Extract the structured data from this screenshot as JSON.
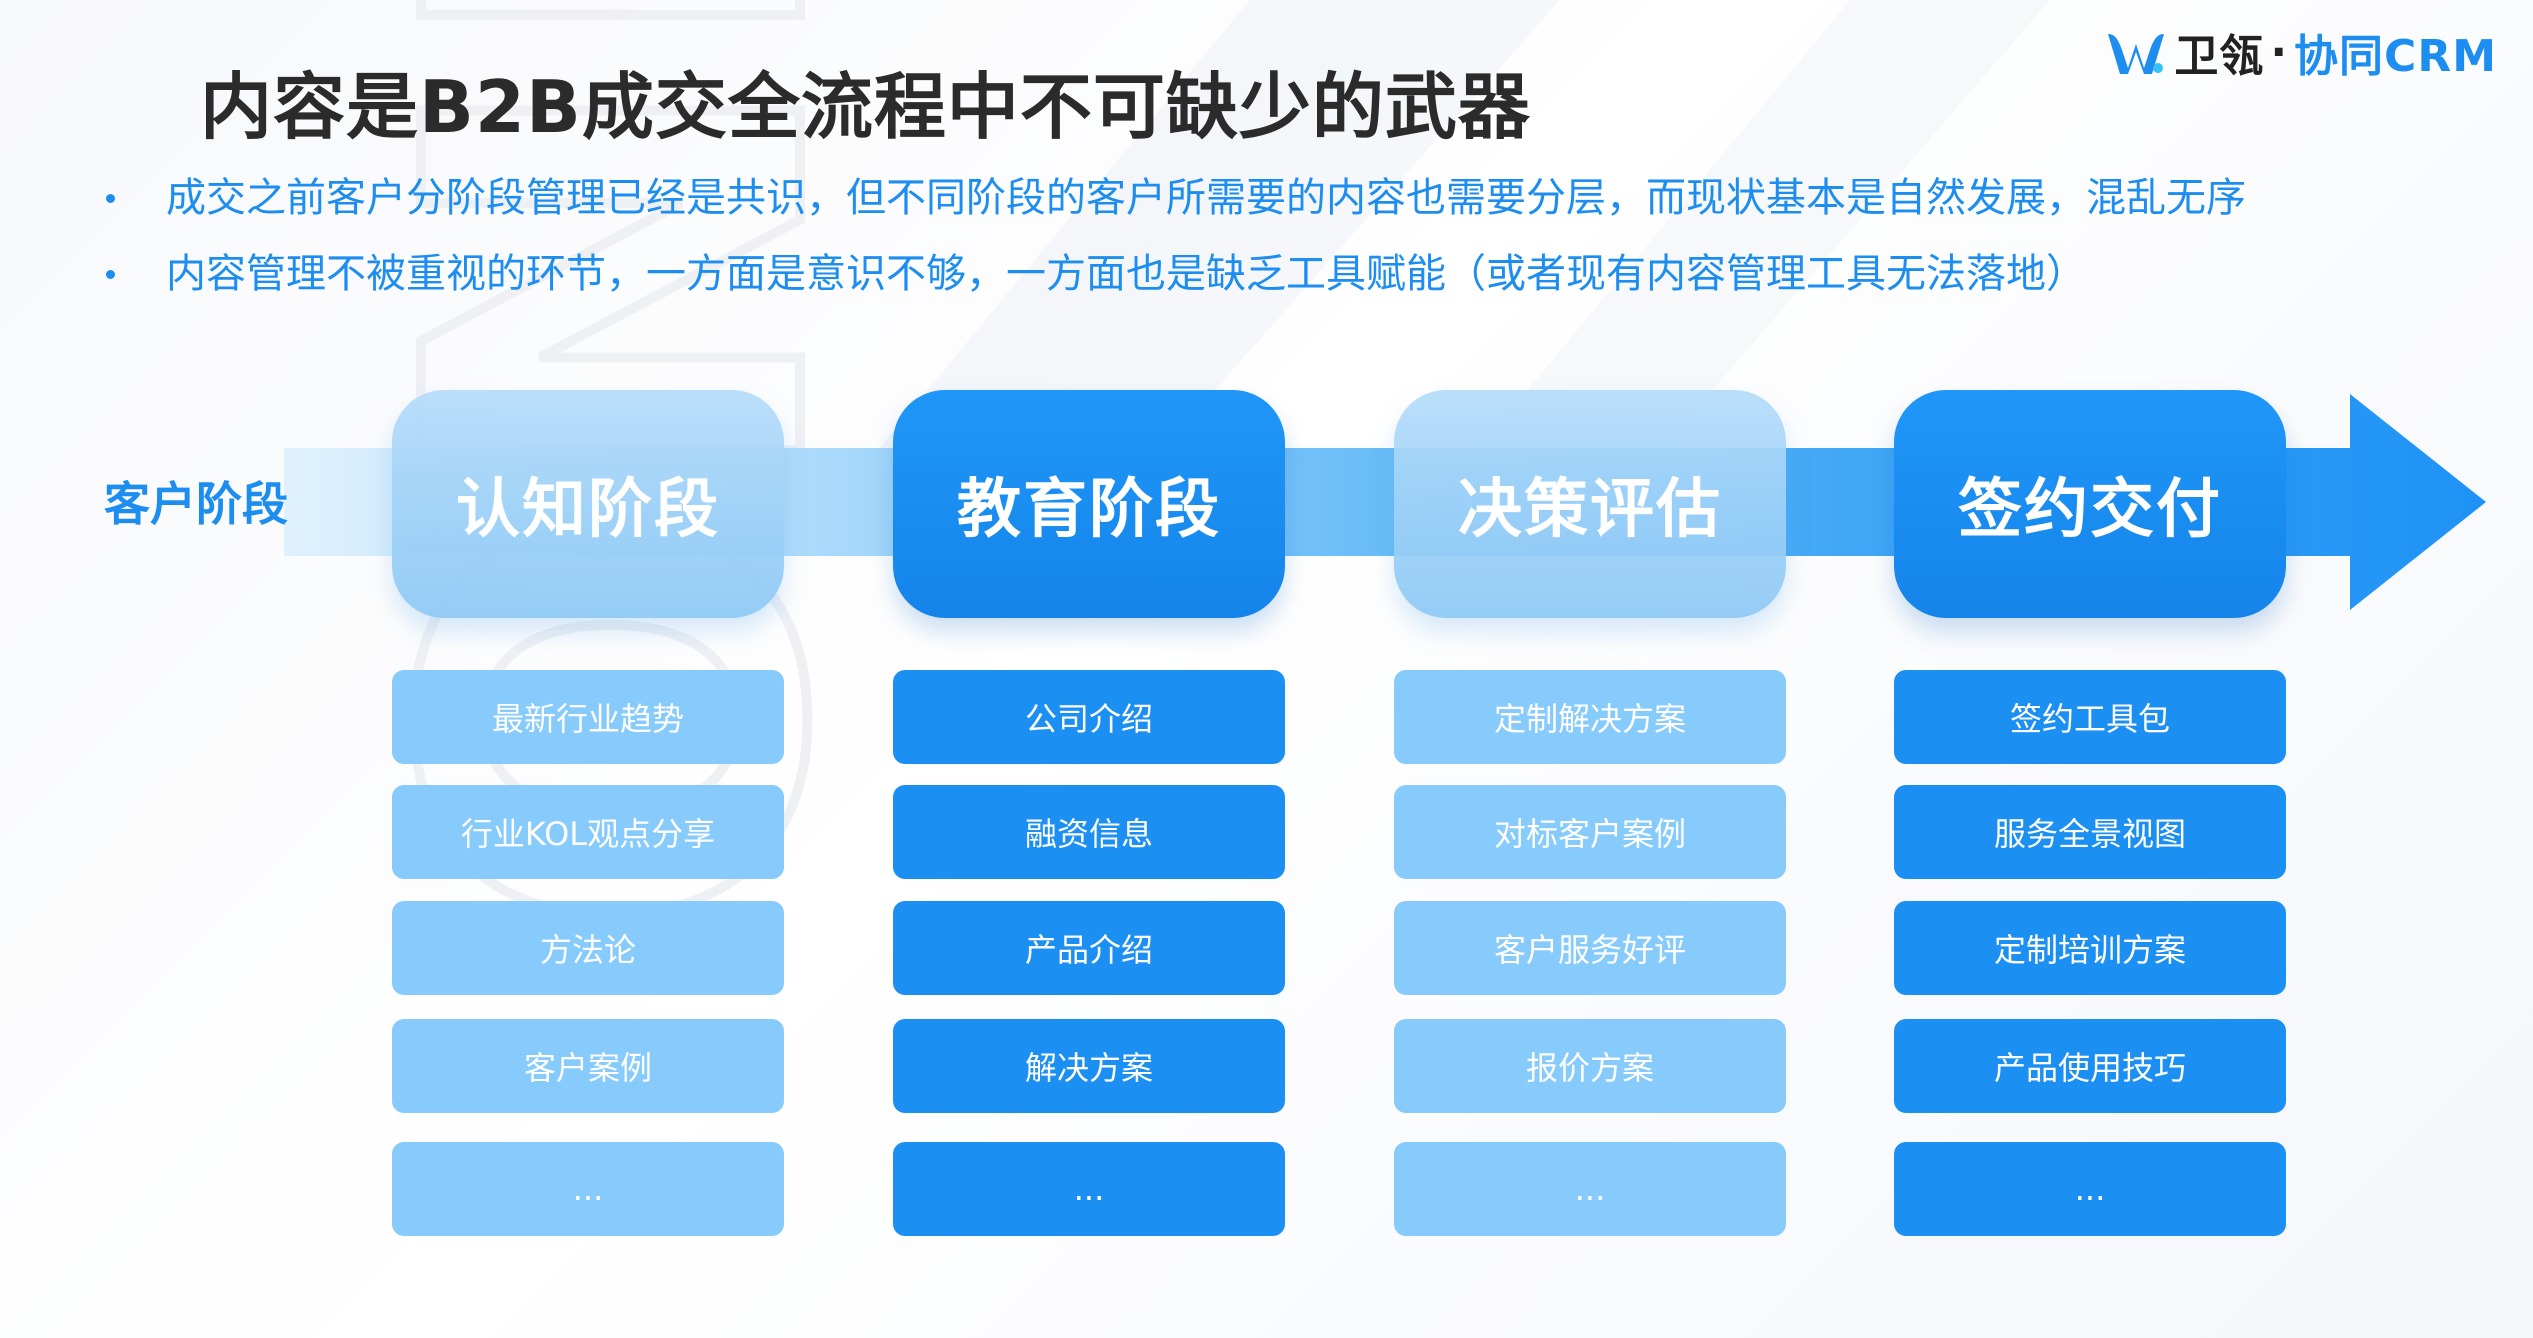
{
  "header": {
    "title": "内容是B2B成交全流程中不可缺少的武器",
    "logo_brand": "卫瓴",
    "logo_dot": "·",
    "logo_product": "协同CRM"
  },
  "bullets": [
    "成交之前客户分阶段管理已经是共识，但不同阶段的客户所需要的内容也需要分层，而现状基本是自然发展，混乱无序",
    "内容管理不被重视的环节，一方面是意识不够，一方面也是缺乏工具赋能（或者现有内容管理工具无法落地）"
  ],
  "row_label": "客户阶段",
  "stages": [
    {
      "name": "认知阶段",
      "items": [
        "最新行业趋势",
        "行业KOL观点分享",
        "方法论",
        "客户案例",
        "..."
      ]
    },
    {
      "name": "教育阶段",
      "items": [
        "公司介绍",
        "融资信息",
        "产品介绍",
        "解决方案",
        "..."
      ]
    },
    {
      "name": "决策评估",
      "items": [
        "定制解决方案",
        "对标客户案例",
        "客户服务好评",
        "报价方案",
        "..."
      ]
    },
    {
      "name": "签约交付",
      "items": [
        "签约工具包",
        "服务全景视图",
        "定制培训方案",
        "产品使用技巧",
        "..."
      ]
    }
  ],
  "colors": {
    "accent": "#1d8ef0",
    "light_card": "#86cbfb",
    "dark_card": "#1c8ff3",
    "title": "#2b2b2b"
  }
}
